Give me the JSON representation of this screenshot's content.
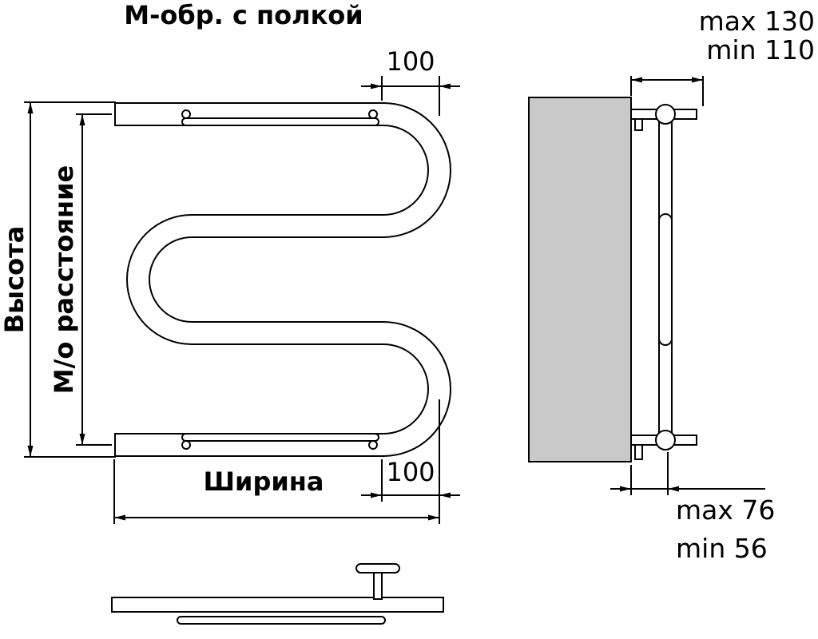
{
  "title": "М-обр. с полкой",
  "front_view": {
    "height_label": "Высота",
    "axial_label": "М/о расстояние",
    "width_label": "Ширина",
    "top_offset": "100",
    "bottom_offset": "100"
  },
  "side_view": {
    "depth_max": "max 130",
    "depth_min": "min 110",
    "shelf_max": "max 76",
    "shelf_min": "min 56"
  },
  "colors": {
    "line": "#000000",
    "wall_fill": "#c9c9c9"
  }
}
